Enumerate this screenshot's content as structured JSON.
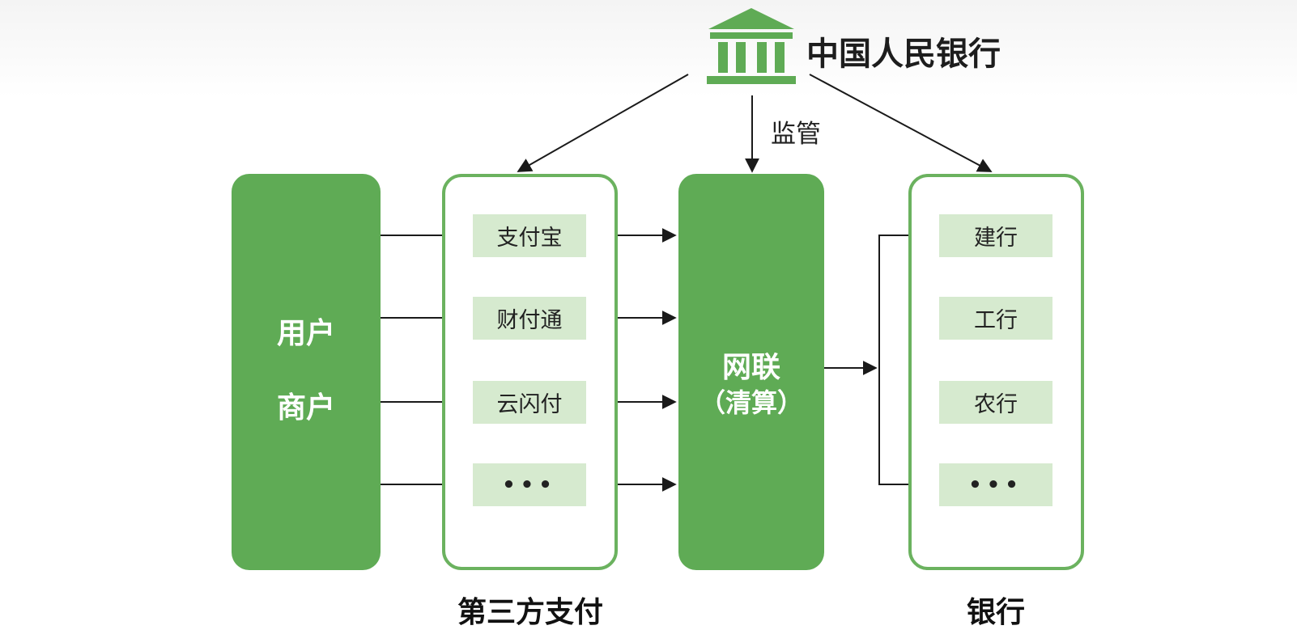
{
  "central_bank": {
    "title": "中国人民银行",
    "icon": "bank-building-icon"
  },
  "supervision_label": "监管",
  "users": {
    "line1": "用户",
    "line2": "商户"
  },
  "third_party": {
    "caption": "第三方支付",
    "items": [
      "支付宝",
      "财付通",
      "云闪付",
      "•••"
    ]
  },
  "clearing": {
    "line1": "网联",
    "line2": "（清算）"
  },
  "banks": {
    "caption": "银行",
    "items": [
      "建行",
      "工行",
      "农行",
      "•••"
    ]
  },
  "colors": {
    "primary_green": "#5fab55",
    "outline_green": "#6bb25f",
    "item_fill": "#d6eacf",
    "arrow": "#1a1a1a"
  }
}
